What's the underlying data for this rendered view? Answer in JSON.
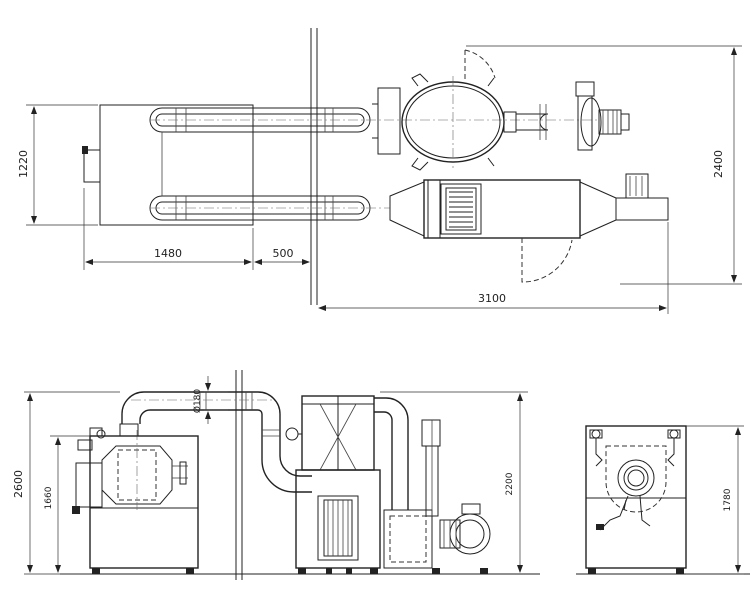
{
  "dimensions": {
    "plan_height": "1220",
    "plan_width_left": "1480",
    "plan_gap": "500",
    "plan_width_right": "3100",
    "plan_depth": "2400",
    "front_total_height": "2600",
    "front_box_height": "1660",
    "pipe_diameter": "Ø180",
    "front_tower_height": "2200",
    "side_height": "1780"
  },
  "colors": {
    "line": "#222222",
    "background": "#ffffff"
  }
}
